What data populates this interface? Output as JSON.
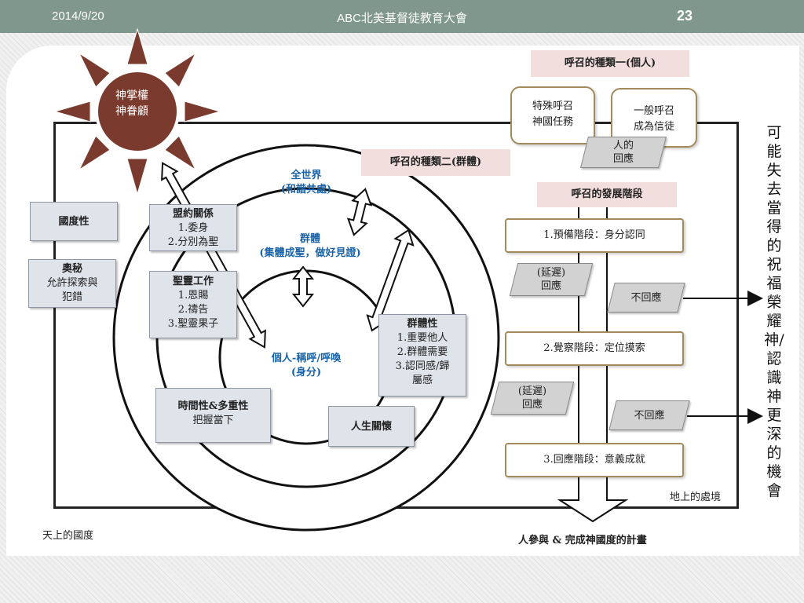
{
  "header": {
    "date": "2014/9/20",
    "title": "ABC北美基督徒教育大會",
    "page": "23"
  },
  "sun": {
    "lines": [
      "神掌權",
      "神眷顧"
    ]
  },
  "left_boxes": [
    {
      "title": "國度性",
      "lines": []
    },
    {
      "title": "奧秘",
      "lines": [
        "允許探索與",
        "犯錯"
      ]
    },
    {
      "title": "盟約關係",
      "lines": [
        "1.委身",
        "2.分別為聖"
      ]
    },
    {
      "title": "聖靈工作",
      "lines": [
        "1.恩賜",
        "2.禱告",
        "3.聖靈果子"
      ]
    },
    {
      "title": "時間性&多重性",
      "lines": [
        "把握當下"
      ]
    },
    {
      "title": "人生關懷",
      "lines": []
    },
    {
      "title": "群體性",
      "lines": [
        "1.重要他人",
        "2.群體需要",
        "3.認同感/歸",
        "屬感"
      ]
    }
  ],
  "circles": {
    "outer": [
      "全世界",
      "(和諧共處)"
    ],
    "middle": [
      "群體",
      "(集體成聖，做好見證)"
    ],
    "inner": [
      "個人-稱呼/呼喚",
      "(身分)"
    ]
  },
  "calling": {
    "individual_title": "呼召的種類一(個人)",
    "special": [
      "特殊呼召",
      "神國任務"
    ],
    "general": [
      "一般呼召",
      "成為信徒"
    ],
    "response": [
      "人的",
      "回應"
    ],
    "group_title": "呼召的種類二(群體)",
    "stages_title": "呼召的發展階段",
    "stages": [
      "1.預備階段：身分認同",
      "2.覺察階段：定位摸索",
      "3.回應階段：意義成就"
    ],
    "delays": [
      [
        "(延遲)",
        "回應"
      ],
      [
        "(延遲)",
        "回應"
      ]
    ],
    "no_response": [
      "不回應",
      "不回應"
    ]
  },
  "labels": {
    "earth": "地上的處境",
    "heaven": "天上的國度",
    "plan": "人參與 & 完成神國度的計畫",
    "vertical": "可能失去當得的祝福榮耀神/認識神更深的機會"
  },
  "colors": {
    "topbar": "#7f978c",
    "sun": "#7a3b2e",
    "blue_text": "#1a63a8",
    "stage_border": "#a38a5c"
  }
}
